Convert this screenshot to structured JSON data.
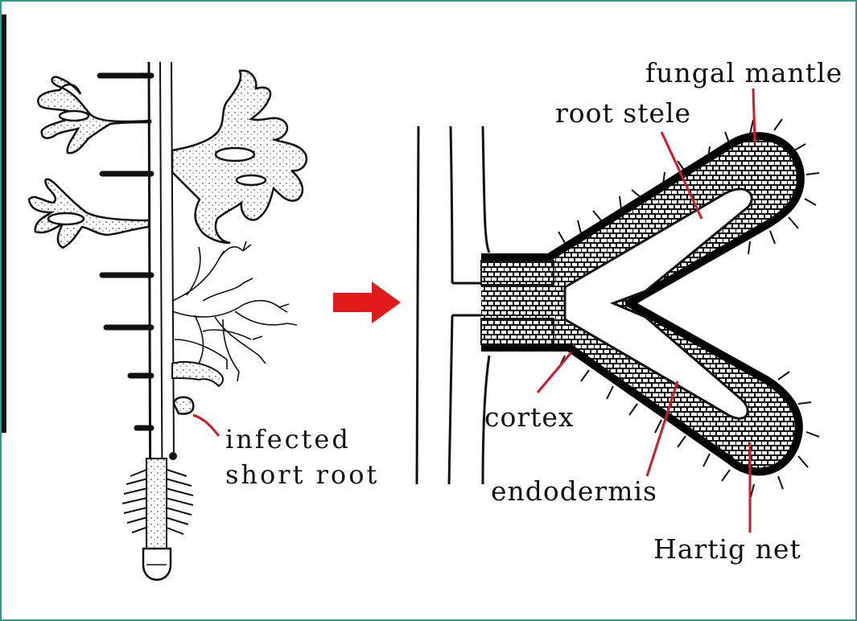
{
  "labels": {
    "infected_short_root_line1": "infected",
    "infected_short_root_line2": "short root",
    "fungal_mantle": "fungal mantle",
    "root_stele": "root stele",
    "cortex": "cortex",
    "endodermis": "endodermis",
    "hartig_net": "Hartig net"
  },
  "colors": {
    "frame": "#2a9d8f",
    "arrow": "#e11a1a",
    "leader_lines": "#d11a2a",
    "ink": "#111111"
  }
}
